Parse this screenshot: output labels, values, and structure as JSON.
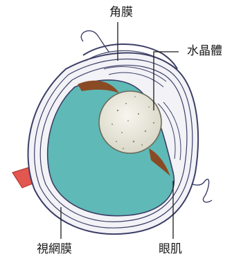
{
  "labels": {
    "cornea": "角膜",
    "lens": "水晶體",
    "retina": "視網膜",
    "eye_muscle": "眼肌"
  },
  "colors": {
    "vitreous": "#5fb9b6",
    "sclera": "#f2f2f7",
    "outline": "#3c3f66",
    "lens": "#ecebdf",
    "iris": "#8a4a24",
    "optic_nerve": "#e2574f"
  }
}
